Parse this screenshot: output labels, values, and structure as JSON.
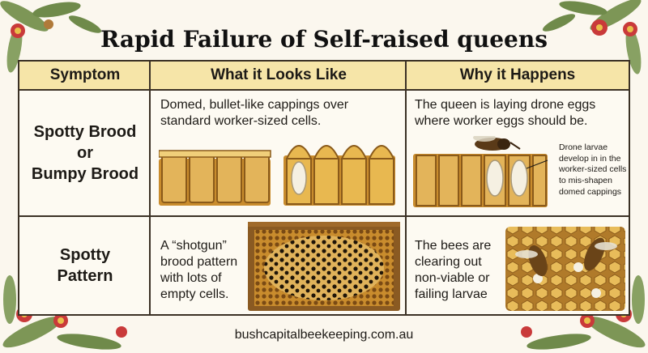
{
  "title": "Rapid Failure of Self-raised queens",
  "headers": [
    "Symptom",
    "What it Looks Like",
    "Why it Happens"
  ],
  "rows": [
    {
      "symptom": [
        "Spotty Brood",
        "or",
        "Bumpy Brood"
      ],
      "looks_like": "Domed, bullet-like cappings over standard worker-sized cells.",
      "why": "The queen is laying drone eggs where worker eggs should be.",
      "why_note": [
        "Drone larvae",
        "develop in in the",
        "worker-sized cells",
        "to mis-shapen",
        "domed cappings"
      ]
    },
    {
      "symptom": [
        "Spotty",
        "Pattern"
      ],
      "looks_like": [
        "A “shotgun”",
        "brood pattern",
        "with lots of",
        "empty cells."
      ],
      "why": [
        "The bees are",
        "clearing out",
        "non-viable or",
        "failing larvae"
      ]
    }
  ],
  "footer": "bushcapitalbeekeeping.com.au",
  "colors": {
    "header_bg": "#f6e5a8",
    "border": "#3b3125",
    "honey": "#d9a441",
    "leaf": "#6f8a4a",
    "blossom": "#c93a3a"
  }
}
